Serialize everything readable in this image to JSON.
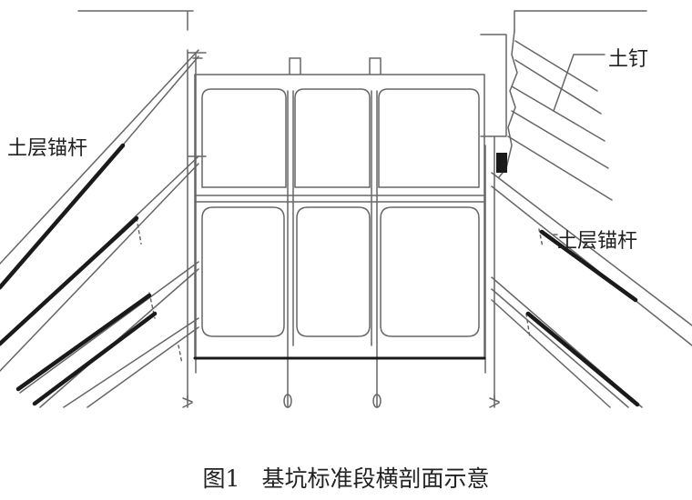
{
  "labels": {
    "left_anchor": "土层锚杆",
    "right_anchor": "土层锚杆",
    "soil_nail": "土钉"
  },
  "caption": {
    "figure_number": "图1",
    "title": "基坑标准段横剖面示意"
  },
  "colors": {
    "line": "#555555",
    "thick": "#1a1a1a",
    "text": "#222222"
  }
}
